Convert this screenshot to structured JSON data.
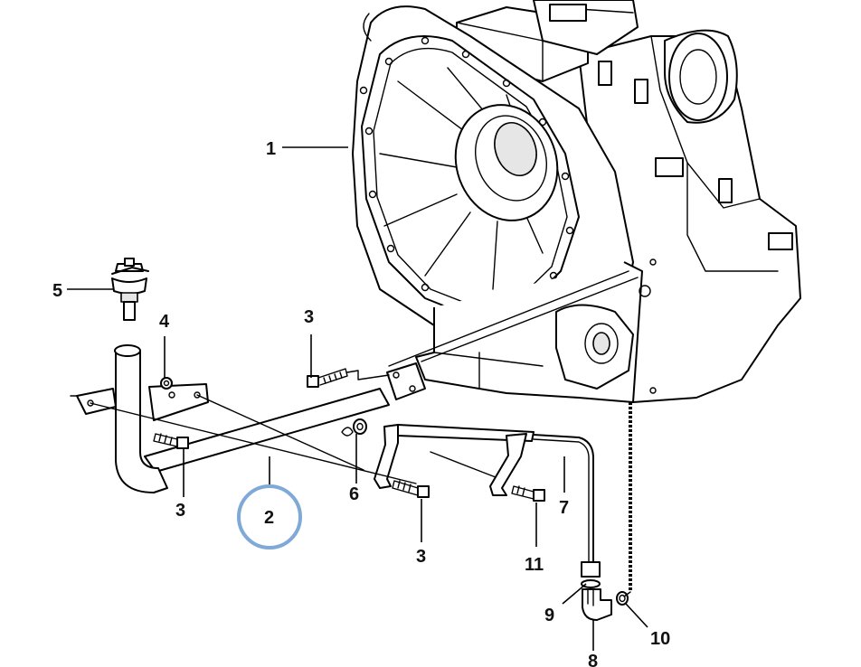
{
  "callouts": [
    {
      "id": "callout-1",
      "text": "1"
    },
    {
      "id": "callout-2",
      "text": "2"
    },
    {
      "id": "callout-3a",
      "text": "3"
    },
    {
      "id": "callout-3b",
      "text": "3"
    },
    {
      "id": "callout-3c",
      "text": "3"
    },
    {
      "id": "callout-4",
      "text": "4"
    },
    {
      "id": "callout-5",
      "text": "5"
    },
    {
      "id": "callout-6",
      "text": "6"
    },
    {
      "id": "callout-7",
      "text": "7"
    },
    {
      "id": "callout-8",
      "text": "8"
    },
    {
      "id": "callout-9",
      "text": "9"
    },
    {
      "id": "callout-10",
      "text": "10"
    },
    {
      "id": "callout-11",
      "text": "11"
    }
  ],
  "highlight": {
    "target_callout": "2",
    "color": "#7fa9d6"
  },
  "colors": {
    "line": "#000000",
    "shade": "#e6e6e6",
    "background": "#ffffff"
  }
}
